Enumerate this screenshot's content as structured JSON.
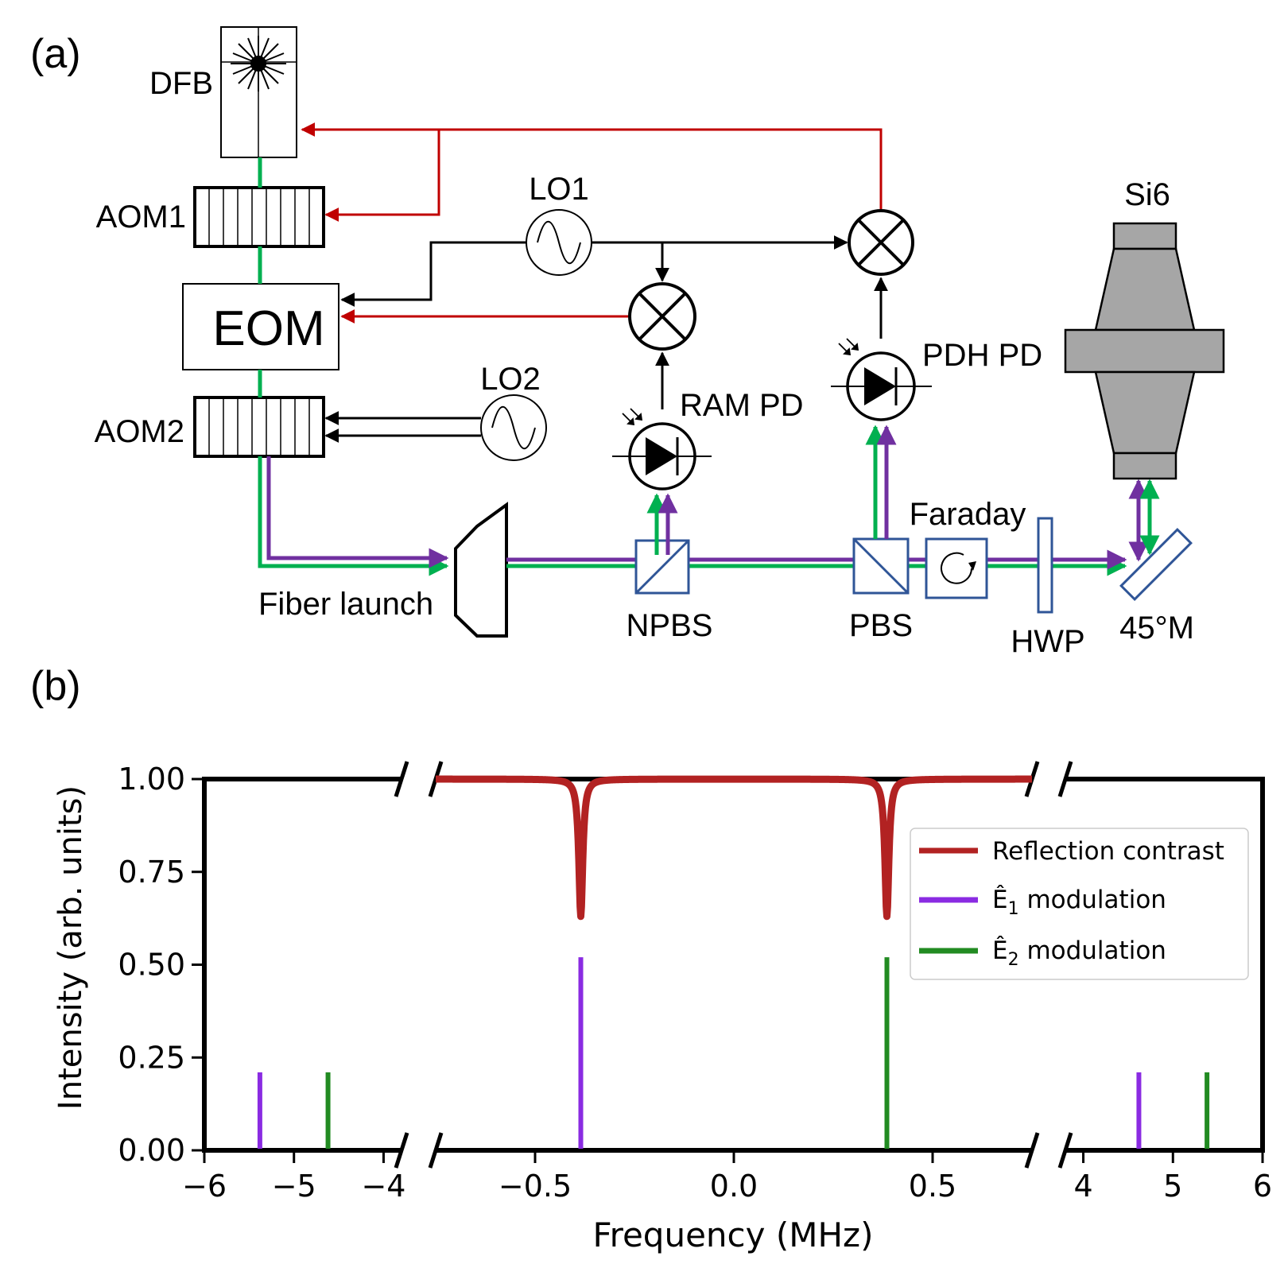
{
  "panels": {
    "a": "(a)",
    "b": "(b)"
  },
  "diagram": {
    "components": {
      "dfb": "DFB",
      "aom1": "AOM1",
      "eom": "EOM",
      "aom2": "AOM2",
      "lo1": "LO1",
      "lo2": "LO2",
      "ram_pd": "RAM PD",
      "pdh_pd": "PDH PD",
      "si6": "Si6",
      "fiber_launch": "Fiber launch",
      "npbs": "NPBS",
      "pbs": "PBS",
      "faraday": "Faraday",
      "hwp": "HWP",
      "mirror": "45°M"
    },
    "colors": {
      "feedback": "#c00000",
      "signal": "#000000",
      "beam1": "#7030a0",
      "beam2": "#00b050",
      "optic": "#2f5597",
      "cavity": "#a6a6a6"
    }
  },
  "chart_data": {
    "type": "line",
    "xlabel": "Frequency (MHz)",
    "ylabel": "Intensity (arb. units)",
    "ylim": [
      0,
      1
    ],
    "yticks": [
      "0.00",
      "0.25",
      "0.50",
      "0.75",
      "1.00"
    ],
    "broken_x_axis": true,
    "segments": [
      {
        "xlim": [
          -6,
          -3.8
        ],
        "ticks": [
          {
            "v": -6,
            "label": "−6"
          },
          {
            "v": -5,
            "label": "−5"
          },
          {
            "v": -4,
            "label": "−4"
          }
        ]
      },
      {
        "xlim": [
          -0.75,
          0.75
        ],
        "ticks": [
          {
            "v": -0.5,
            "label": "−0.5"
          },
          {
            "v": 0,
            "label": "0.0"
          },
          {
            "v": 0.5,
            "label": "0.5"
          }
        ]
      },
      {
        "xlim": [
          3.8,
          6
        ],
        "ticks": [
          {
            "v": 4,
            "label": "4"
          },
          {
            "v": 5,
            "label": "5"
          },
          {
            "v": 6,
            "label": "6"
          }
        ]
      }
    ],
    "series": [
      {
        "name": "Reflection contrast",
        "color": "#b22222",
        "kind": "curve",
        "dips": [
          {
            "x": -0.385,
            "depth": 0.37
          },
          {
            "x": 0.385,
            "depth": 0.37
          }
        ],
        "baseline": 1.0,
        "width": 0.006
      },
      {
        "name": "Ê1 modulation",
        "color": "#8a2be2",
        "kind": "sticks",
        "x": [
          -5.38,
          -0.385,
          4.62
        ],
        "y": [
          0.21,
          0.52,
          0.21
        ]
      },
      {
        "name": "Ê2 modulation",
        "color": "#228b22",
        "kind": "sticks",
        "x": [
          -4.62,
          0.385,
          5.38
        ],
        "y": [
          0.21,
          0.52,
          0.21
        ]
      }
    ],
    "legend": {
      "placement": "upper-right",
      "entries": [
        "Reflection contrast",
        "Ê",
        "1",
        " modulation",
        "Ê",
        "2",
        " modulation"
      ]
    }
  }
}
